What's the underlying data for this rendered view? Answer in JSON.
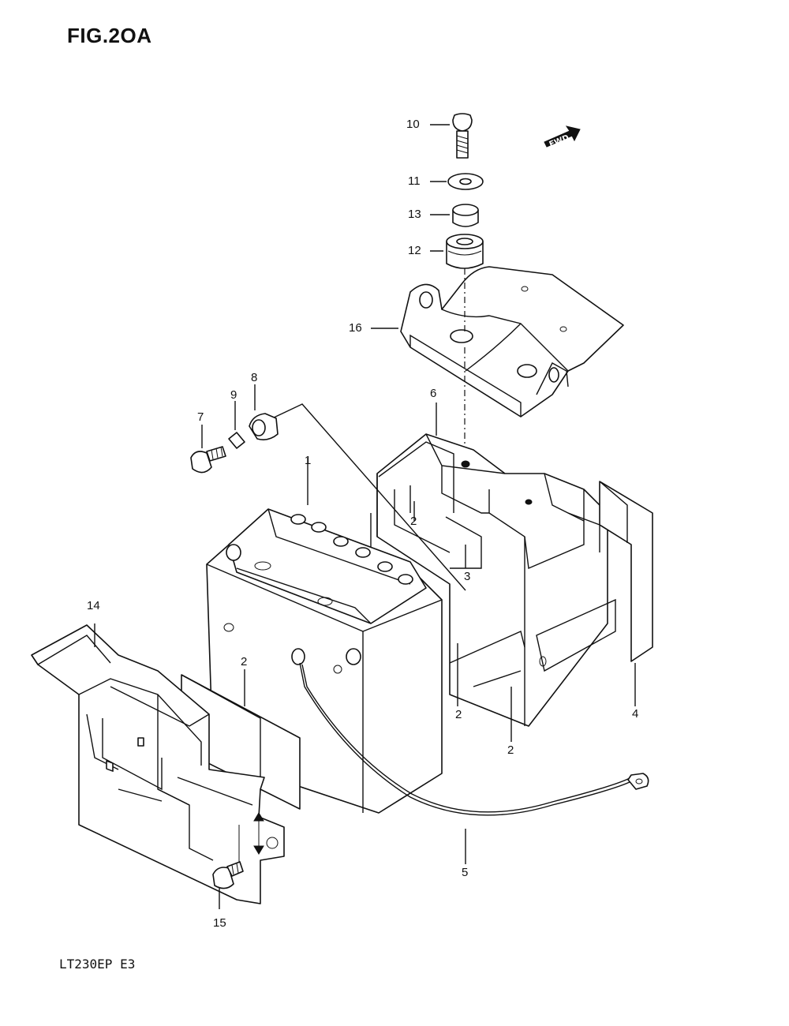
{
  "figure": {
    "title": "FIG.2OA",
    "model_code": "LT230EP E3",
    "fwd_label": "FWD",
    "callouts": {
      "c1": "1",
      "c2a": "2",
      "c2b": "2",
      "c2c": "2",
      "c2d": "2",
      "c3": "3",
      "c4": "4",
      "c5": "5",
      "c6": "6",
      "c7": "7",
      "c8": "8",
      "c9": "9",
      "c10": "10",
      "c11": "11",
      "c12": "12",
      "c13": "13",
      "c14": "14",
      "c15": "15",
      "c16": "16"
    }
  }
}
